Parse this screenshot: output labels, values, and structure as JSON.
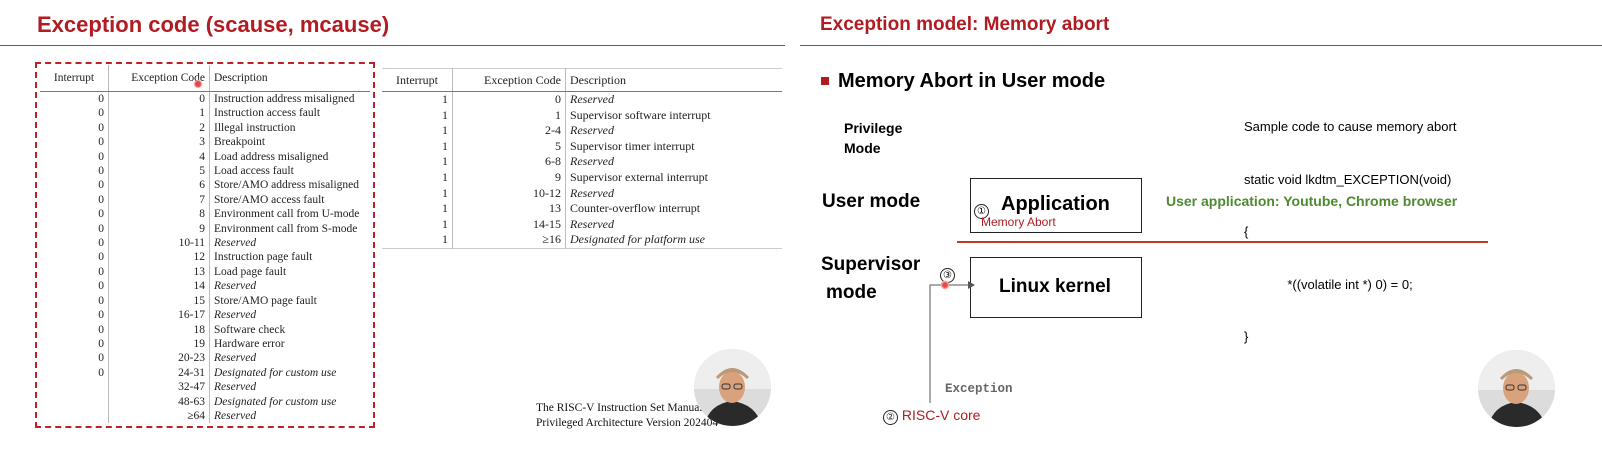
{
  "left_slide": {
    "title": "Exception code (scause, mcause)",
    "table1": {
      "headers": [
        "Interrupt",
        "Exception Code",
        "Description"
      ],
      "rows": [
        [
          "0",
          "0",
          "Instruction address misaligned",
          false
        ],
        [
          "0",
          "1",
          "Instruction access fault",
          false
        ],
        [
          "0",
          "2",
          "Illegal instruction",
          false
        ],
        [
          "0",
          "3",
          "Breakpoint",
          false
        ],
        [
          "0",
          "4",
          "Load address misaligned",
          false
        ],
        [
          "0",
          "5",
          "Load access fault",
          false
        ],
        [
          "0",
          "6",
          "Store/AMO address misaligned",
          false
        ],
        [
          "0",
          "7",
          "Store/AMO access fault",
          false
        ],
        [
          "0",
          "8",
          "Environment call from U-mode",
          false
        ],
        [
          "0",
          "9",
          "Environment call from S-mode",
          false
        ],
        [
          "0",
          "10-11",
          "Reserved",
          true
        ],
        [
          "0",
          "12",
          "Instruction page fault",
          false
        ],
        [
          "0",
          "13",
          "Load page fault",
          false
        ],
        [
          "0",
          "14",
          "Reserved",
          true
        ],
        [
          "0",
          "15",
          "Store/AMO page fault",
          false
        ],
        [
          "0",
          "16-17",
          "Reserved",
          true
        ],
        [
          "0",
          "18",
          "Software check",
          false
        ],
        [
          "0",
          "19",
          "Hardware error",
          false
        ],
        [
          "0",
          "20-23",
          "Reserved",
          true
        ],
        [
          "0",
          "24-31",
          "Designated for custom use",
          true
        ],
        [
          "",
          "32-47",
          "Reserved",
          true
        ],
        [
          "",
          "48-63",
          "Designated for custom use",
          true
        ],
        [
          "",
          "≥64",
          "Reserved",
          true
        ]
      ]
    },
    "table2": {
      "headers": [
        "Interrupt",
        "Exception Code",
        "Description"
      ],
      "rows": [
        [
          "1",
          "0",
          "Reserved",
          true
        ],
        [
          "1",
          "1",
          "Supervisor software interrupt",
          false
        ],
        [
          "1",
          "2-4",
          "Reserved",
          true
        ],
        [
          "1",
          "5",
          "Supervisor timer interrupt",
          false
        ],
        [
          "1",
          "6-8",
          "Reserved",
          true
        ],
        [
          "1",
          "9",
          "Supervisor external interrupt",
          false
        ],
        [
          "1",
          "10-12",
          "Reserved",
          true
        ],
        [
          "1",
          "13",
          "Counter-overflow interrupt",
          false
        ],
        [
          "1",
          "14-15",
          "Reserved",
          true
        ],
        [
          "1",
          "≥16",
          "Designated for platform use",
          true
        ]
      ]
    },
    "caption_line1": "The RISC-V Instruction Set Manual: V",
    "caption_line2": "Privileged Architecture Version 202404"
  },
  "right_slide": {
    "title": "Exception model: Memory abort",
    "heading": "Memory Abort in User mode",
    "privilege_line1": "Privilege",
    "privilege_line2": "Mode",
    "user_mode_label": "User mode",
    "supervisor_line1": "Supervisor",
    "supervisor_line2": "mode",
    "application_label": "Application",
    "memory_abort_label": "Memory Abort",
    "linux_kernel_label": "Linux kernel",
    "user_app_note": "User application: Youtube, Chrome browser",
    "exception_label": "Exception",
    "riscv_core_label": "RISC-V core",
    "step1": "①",
    "step2": "②",
    "step3": "③",
    "sample_code": [
      "Sample code to cause memory abort",
      "static void lkdtm_EXCEPTION(void)",
      "{",
      "            *((volatile int *) 0) = 0;",
      "}"
    ]
  },
  "colors": {
    "title_red": "#b01c22",
    "note_green": "#4e8a2f",
    "abort_red": "#b01c22"
  }
}
